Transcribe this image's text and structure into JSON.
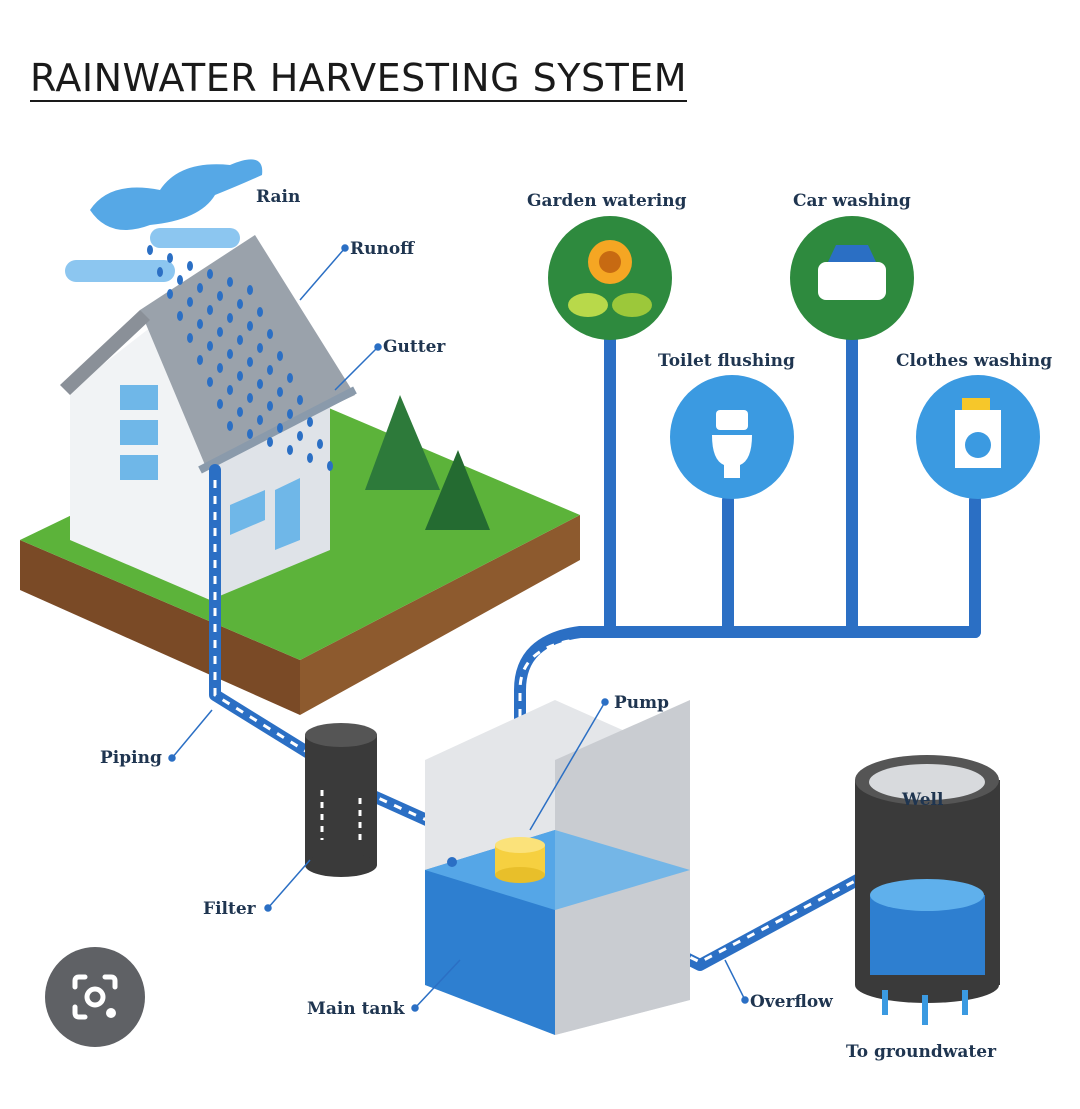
{
  "title": "RAINWATER HARVESTING SYSTEM",
  "labels": {
    "rain": "Rain",
    "runoff": "Runoff",
    "gutter": "Gutter",
    "garden": "Garden watering",
    "car": "Car washing",
    "toilet": "Toilet flushing",
    "clothes": "Clothes washing",
    "pump": "Pump",
    "piping": "Piping",
    "well": "Well",
    "filter": "Filter",
    "main_tank": "Main tank",
    "overflow": "Overflow",
    "groundwater": "To groundwater"
  },
  "colors": {
    "pipe": "#2b6fc4",
    "green_circle": "#2e8a3e",
    "blue_circle": "#3b9ae1",
    "grass": "#5cb33a",
    "text": "#1f3550"
  },
  "lens_button": {
    "icon": "camera-search-icon"
  }
}
